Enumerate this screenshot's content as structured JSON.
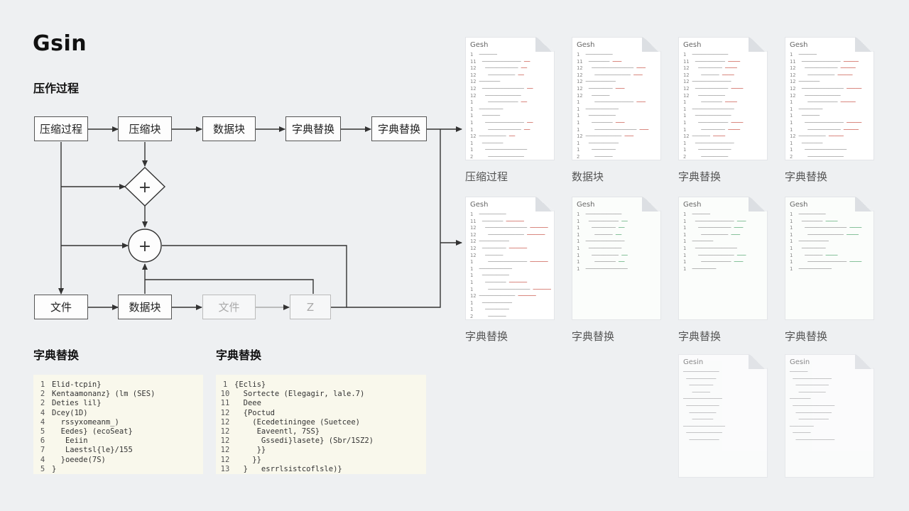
{
  "logo": "Gsin",
  "heading_main": "压作过程",
  "flow": {
    "row1": [
      "压缩过程",
      "压缩块",
      "数据块",
      "字典替换",
      "字典替换"
    ],
    "row2": [
      "文件",
      "数据块",
      "文件",
      "Z"
    ],
    "op_plus": "+"
  },
  "snippets": [
    {
      "title": "字典替换",
      "lines": [
        {
          "n": "1",
          "t": "Elid-tcpin}"
        },
        {
          "n": "2",
          "t": "Kentaamonanz} (lm (SES)"
        },
        {
          "n": "2",
          "t": "Deties lil}"
        },
        {
          "n": "4",
          "t": "Dcey(1D)"
        },
        {
          "n": "4",
          "t": "  rssyxomeanm_)"
        },
        {
          "n": "5",
          "t": "  Eedes} (ecoSeat}"
        },
        {
          "n": "6",
          "t": "   Eeiin"
        },
        {
          "n": "7",
          "t": "   Laestsl{le}/155"
        },
        {
          "n": "4",
          "t": "  }oeede(7S)"
        },
        {
          "n": "5",
          "t": "}"
        }
      ]
    },
    {
      "title": "字典替换",
      "lines": [
        {
          "n": "1",
          "t": "{Eclis}"
        },
        {
          "n": "10",
          "t": "  Sortecte (Elegagir, lale.7)"
        },
        {
          "n": "11",
          "t": "  Deee"
        },
        {
          "n": "12",
          "t": "  {Poctud"
        },
        {
          "n": "12",
          "t": "    (Ecedetiningee (Suetcee)"
        },
        {
          "n": "12",
          "t": "     Eaveentl, 7SS}"
        },
        {
          "n": "12",
          "t": "      Gssedi}lasete} (Sbr/1SZ2)"
        },
        {
          "n": "12",
          "t": "     }}"
        },
        {
          "n": "12",
          "t": "    }}"
        },
        {
          "n": "13",
          "t": "  }   esrrlsistcoflsle)}"
        }
      ]
    }
  ],
  "cards": [
    {
      "title": "Gesh",
      "label": "压缩过程",
      "style": "code"
    },
    {
      "title": "Gesh",
      "label": "数据块",
      "style": "code"
    },
    {
      "title": "Gesh",
      "label": "字典替换",
      "style": "code"
    },
    {
      "title": "Gesh",
      "label": "字典替换",
      "style": "code"
    },
    {
      "title": "Gesh",
      "label": "字典替换",
      "style": "code"
    },
    {
      "title": "Gesh",
      "label": "字典替换",
      "style": "green"
    },
    {
      "title": "Gesh",
      "label": "字典替换",
      "style": "green"
    },
    {
      "title": "Gesh",
      "label": "字典替换",
      "style": "green"
    },
    {
      "title": "Gesin",
      "label": "",
      "style": "faint"
    },
    {
      "title": "Gesin",
      "label": "",
      "style": "faint"
    }
  ],
  "colors": {
    "accent_red": "#c0392b",
    "accent_green": "#3a9a5b",
    "snippet_bg": "#f9f8ec"
  }
}
